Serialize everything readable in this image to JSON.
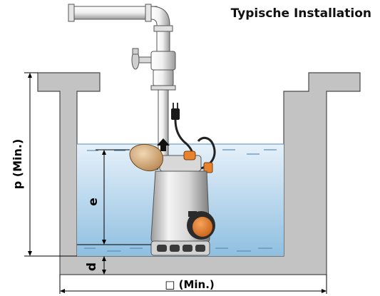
{
  "title": "Typische Installation",
  "labels": {
    "p": "p (Min.)",
    "e": "e",
    "d": "d",
    "width_symbol": "□",
    "width": "(Min.)"
  },
  "icons": [
    "flow-direction-arrow-icon"
  ],
  "colors": {
    "wall": "#c3c3c3",
    "wall_outline": "#4a4a4a",
    "water_top": "#e6f1fa",
    "water_bottom": "#8fbfe0",
    "pipe": "#e9e9e9",
    "pump_body": "#dadada",
    "float": "#e8822d",
    "dimension_line": "#000000"
  }
}
